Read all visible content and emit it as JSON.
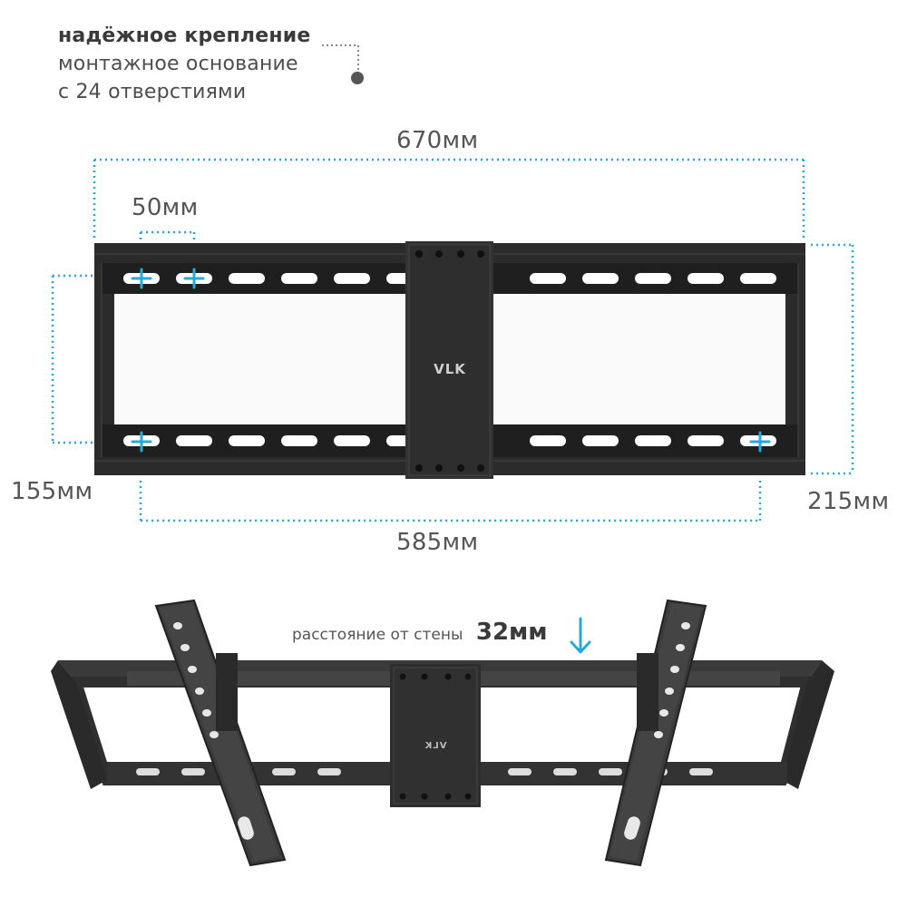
{
  "feature": {
    "title": "надёжное крепление",
    "line2": "монтажное основание",
    "line3": "с 24 отверстиями"
  },
  "dimensions": {
    "total_width": "670мм",
    "hole_pitch": "50мм",
    "left_vertical": "155мм",
    "right_vertical": "215мм",
    "hole_span": "585мм"
  },
  "brand": "VLK",
  "distance": {
    "caption": "расстояние от стены",
    "value": "32мм"
  },
  "colors": {
    "accent": "#29a9d9",
    "frame": "#2b2b2b",
    "text": "#4a4a4a"
  },
  "icons": {
    "marker": "dot-leader-icon",
    "arrow": "arrow-down-icon",
    "hole_marker": "plus-icon"
  }
}
